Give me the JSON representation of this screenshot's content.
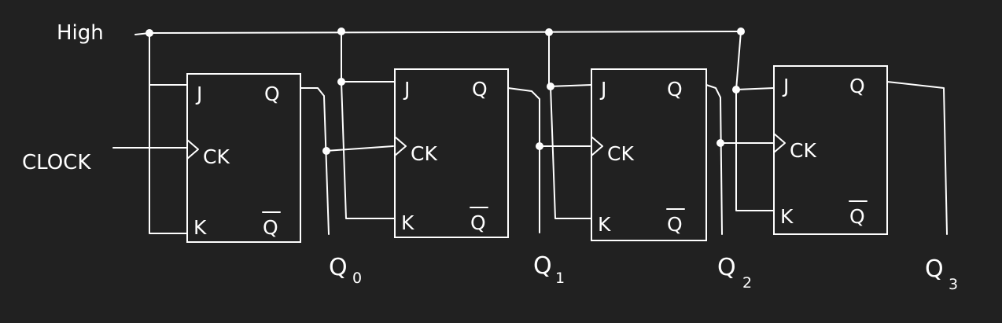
{
  "labels": {
    "high": "High",
    "clock": "CLOCK"
  },
  "flipflop": {
    "pin_j": "J",
    "pin_ck": "CK",
    "pin_k": "K",
    "pin_q": "Q",
    "pin_qbar": "Q"
  },
  "outputs": [
    {
      "letter": "Q",
      "index": "0"
    },
    {
      "letter": "Q",
      "index": "1"
    },
    {
      "letter": "Q",
      "index": "2"
    },
    {
      "letter": "Q",
      "index": "3"
    }
  ],
  "colors": {
    "background": "#212121",
    "ink": "#ffffff"
  }
}
